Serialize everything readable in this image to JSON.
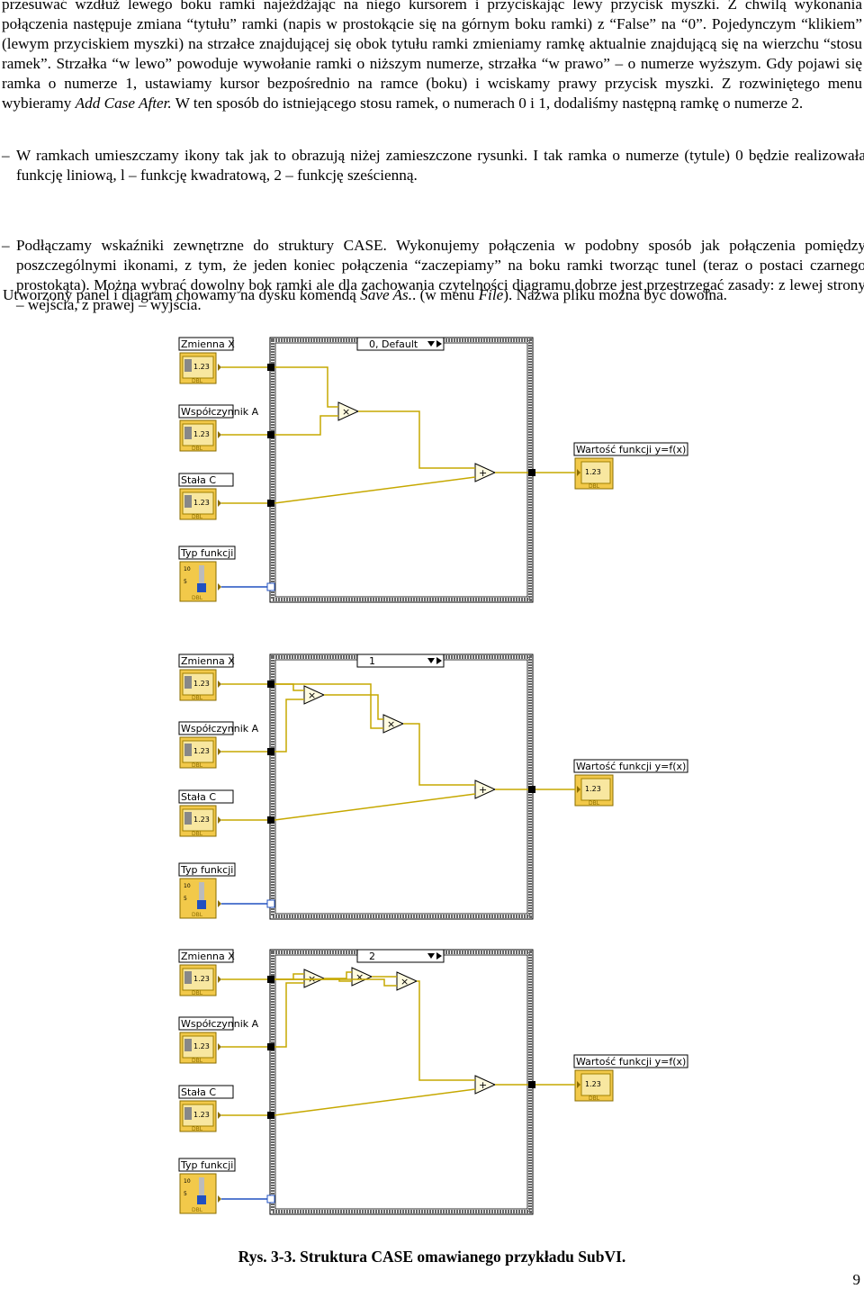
{
  "text": {
    "p1": "przesuwać wzdłuż lewego boku ramki najeżdżając na niego kursorem i przyciskając lewy przycisk myszki. Z chwilą wykonania połączenia następuje zmiana “tytułu” ramki (napis w prostokącie się na górnym boku ramki) z “False” na “0”. Pojedynczym “klikiem” (lewym przyciskiem myszki) na strzałce znajdującej się obok tytułu ramki zmieniamy ramkę aktualnie znajdującą się na wierzchu “stosu ramek”. Strzałka “w lewo” powoduje wywołanie ramki o niższym numerze, strzałka “w prawo” – o numerze wyższym. Gdy pojawi się ramka o numerze 1, ustawiamy kursor bezpośrednio na ramce (boku) i wciskamy prawy przycisk myszki. Z rozwiniętego menu wybieramy ",
    "p1_em": "Add Case After.",
    "p1_end": " W ten sposób do istniejącego stosu ramek, o numerach 0 i 1, dodaliśmy następną ramkę o numerze 2.",
    "dash": "–",
    "b1": "W ramkach umieszczamy ikony tak jak to obrazują niżej zamieszczone rysunki. I tak ramka o numerze (tytule) 0 będzie realizowała funkcję liniową, l – funkcję kwadratową, 2 – funkcję sześcienną.",
    "b2": "Podłączamy wskaźniki zewnętrzne do struktury CASE. Wykonujemy połączenia w podobny sposób jak połączenia pomiędzy poszczególnymi ikonami, z tym, że jeden koniec połączenia “zaczepiamy” na boku ramki tworząc tunel (teraz o postaci czarnego prostokąta). Można wybrać dowolny bok ramki ale dla zachowania czytelności diagramu dobrze jest przestrzegać zasady: z lewej strony – wejścia, z prawej – wyjścia.",
    "p2_a": "Utworzony panel i diagram chowamy na dysku komendą ",
    "p2_em1": "Save As.",
    "p2_b": ". (w menu ",
    "p2_em2": "File",
    "p2_c": "). Nazwa pliku można być dowolna."
  },
  "diagrams": [
    {
      "case_label": "0, Default",
      "multipliers": 1
    },
    {
      "case_label": "1",
      "multipliers": 2
    },
    {
      "case_label": "2",
      "multipliers": 3
    }
  ],
  "labels": {
    "zmienna_x": "Zmienna X",
    "wspolczynnik_a": "Współczynnik A",
    "stala_c": "Stała C",
    "typ_funkcji": "Typ funkcji",
    "wynik": "Wartość funkcji y=f(x)",
    "numeric": "1.23",
    "dbl": "DBL",
    "slider_10": "10",
    "slider_5": "5",
    "mult": "×",
    "plus": "+"
  },
  "caption": "Rys. 3-3. Struktura CASE omawianego przykładu SubVI.",
  "page_number": "9"
}
